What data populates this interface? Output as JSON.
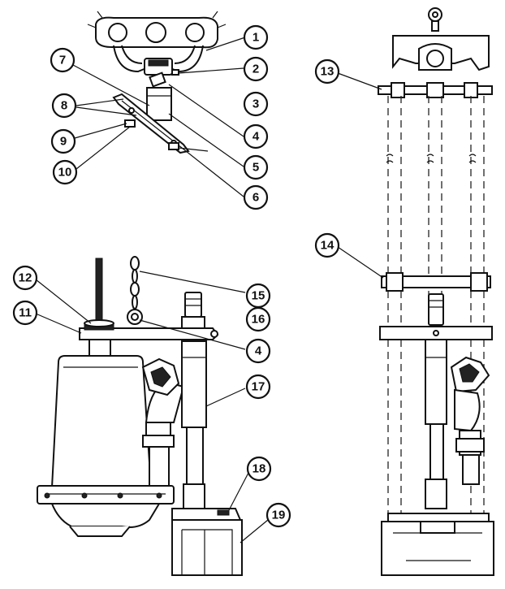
{
  "callouts": {
    "c1": "1",
    "c2": "2",
    "c3": "3",
    "c4a": "4",
    "c5": "5",
    "c6": "6",
    "c7": "7",
    "c8": "8",
    "c9": "9",
    "c10": "10",
    "c11": "11",
    "c12": "12",
    "c13": "13",
    "c14": "14",
    "c15": "15",
    "c16": "16",
    "c4b": "4",
    "c17": "17",
    "c18": "18",
    "c19": "19"
  }
}
